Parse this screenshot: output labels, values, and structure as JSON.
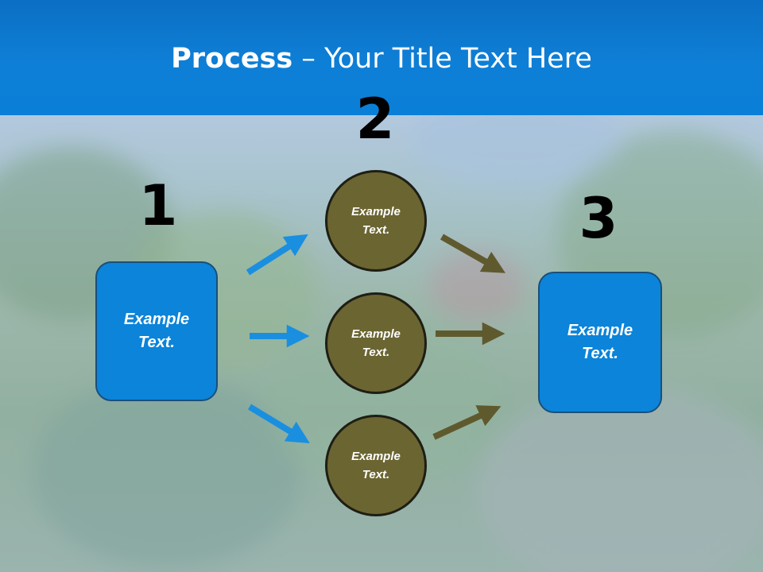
{
  "slide": {
    "title_bold": "Process",
    "title_rest": " – Your Title Text Here",
    "steps": {
      "one": "1",
      "two": "2",
      "three": "3"
    },
    "left_box": "Example Text.",
    "right_box": "Example Text.",
    "circles": [
      "Example Text.",
      "Example Text.",
      "Example Text."
    ]
  },
  "colors": {
    "header": "#0e7fd6",
    "box": "#0b84d9",
    "circle": "#6b6532",
    "blue_arrow": "#1a8fe0",
    "olive_arrow": "#5f5a2e"
  }
}
